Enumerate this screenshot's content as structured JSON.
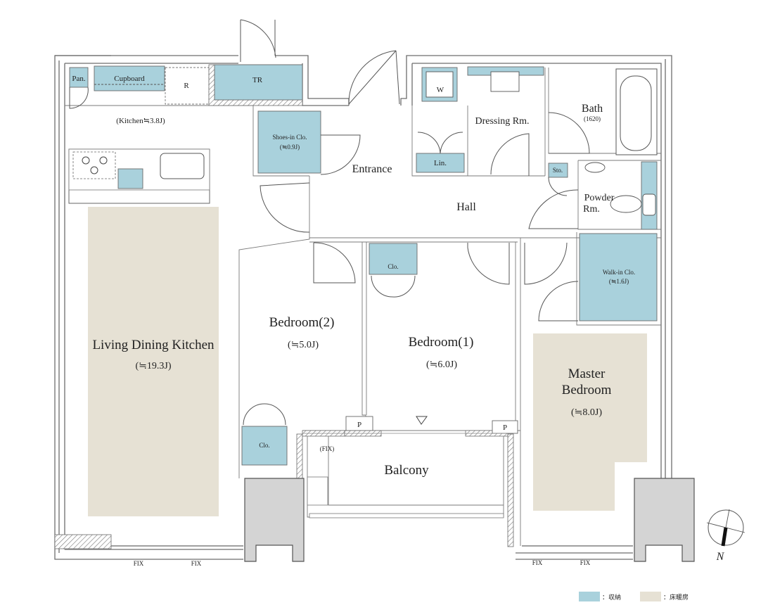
{
  "rooms": {
    "ldk": {
      "name": "Living Dining Kitchen",
      "area": "(≒19.3J)"
    },
    "kitchen": {
      "area": "(Kitchen≒3.8J)"
    },
    "bedroom2": {
      "name": "Bedroom(2)",
      "area": "(≒5.0J)"
    },
    "bedroom1": {
      "name": "Bedroom(1)",
      "area": "(≒6.0J)"
    },
    "master": {
      "name_line1": "Master",
      "name_line2": "Bedroom",
      "area": "(≒8.0J)"
    },
    "balcony": {
      "name": "Balcony"
    },
    "entrance": {
      "name": "Entrance"
    },
    "hall": {
      "name": "Hall"
    },
    "dressing": {
      "name": "Dressing Rm."
    },
    "bath": {
      "name": "Bath",
      "size": "(1620)"
    },
    "powder": {
      "name_line1": "Powder",
      "name_line2": "Rm."
    },
    "walkin": {
      "name": "Walk-in Clo.",
      "area": "(≒1.6J)"
    },
    "shoes": {
      "name": "Shoes-in Clo.",
      "area": "(≒0.9J)"
    }
  },
  "fixtures": {
    "pantry": "Pan.",
    "cupboard": "Cupboard",
    "refrigerator": "R",
    "trunk_room": "TR",
    "washer": "W",
    "linen": "Lin.",
    "storage": "Sto.",
    "closet_b1": "Clo.",
    "closet_b2": "Clo.",
    "pipe_space_1": "P",
    "pipe_space_2": "P",
    "fix_balcony": "(FIX)"
  },
  "window_labels": [
    "FIX",
    "FIX",
    "FIX",
    "FIX"
  ],
  "compass": {
    "label": "N"
  },
  "legend": [
    {
      "label": "：収納",
      "color": "#a9d1dc"
    },
    {
      "label": "：床暖房",
      "color": "#e6e1d4"
    }
  ]
}
